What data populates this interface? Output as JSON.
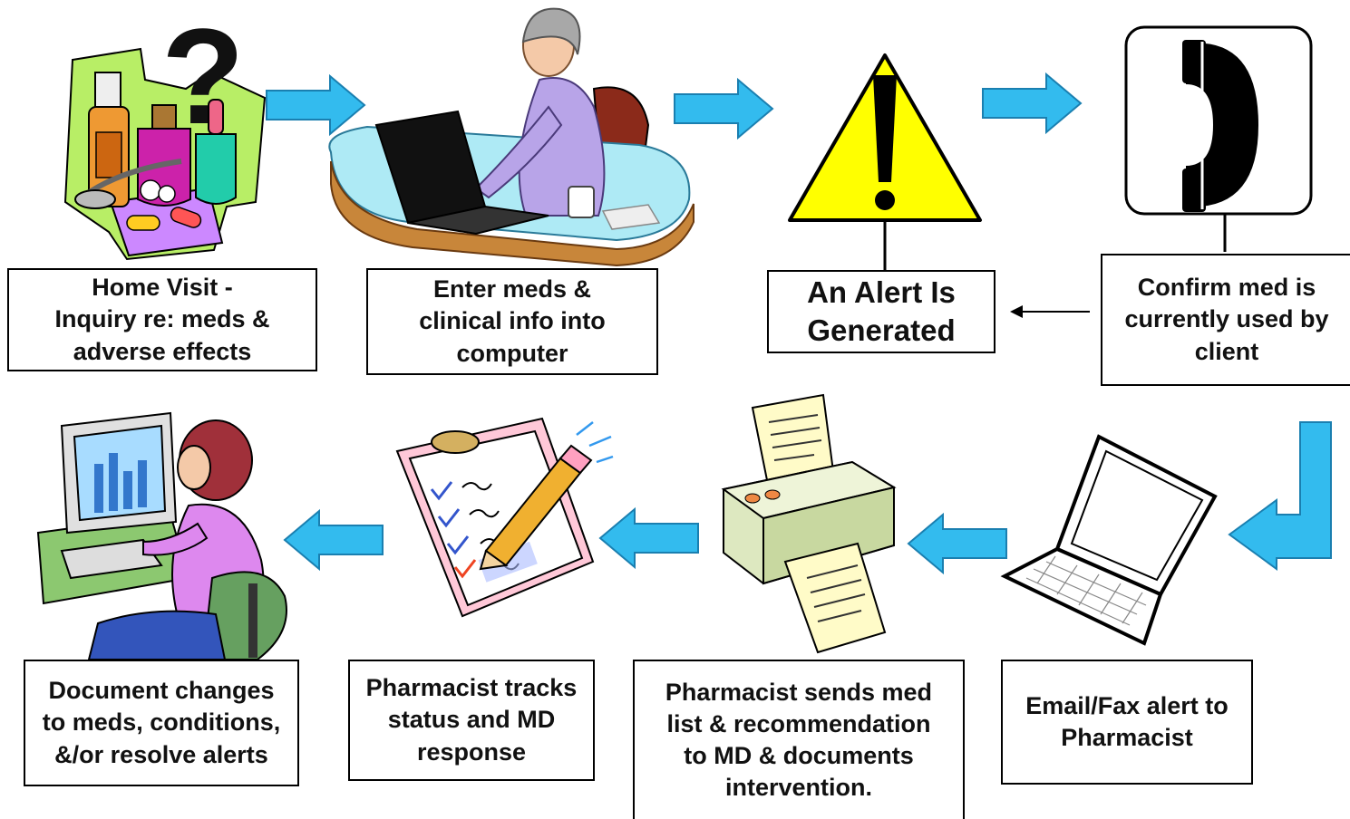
{
  "steps": {
    "home_visit": "Home Visit -\nInquiry re: meds &\nadverse effects",
    "enter_meds": "Enter meds &\nclinical info into\ncomputer",
    "alert": "An Alert Is\nGenerated",
    "confirm": "Confirm med is\ncurrently used by\nclient",
    "email_fax": "Email/Fax alert to\nPharmacist",
    "sends_list": "Pharmacist sends med\nlist & recommendation\nto MD & documents\nintervention.",
    "tracks": "Pharmacist tracks\nstatus and MD\nresponse",
    "document": "Document changes\nto meds, conditions,\n&/or resolve alerts"
  },
  "colors": {
    "arrow_fill": "#33bbee",
    "arrow_stroke": "#1a7fb0",
    "warning_yellow": "#ffff00",
    "box_border": "#000000"
  },
  "icons": [
    "medicine-bottles-icon",
    "question-mark-icon",
    "woman-at-computer-icon",
    "warning-sign-icon",
    "telephone-icon",
    "laptop-icon",
    "printer-icon",
    "clipboard-checklist-icon",
    "woman-at-desktop-icon"
  ]
}
